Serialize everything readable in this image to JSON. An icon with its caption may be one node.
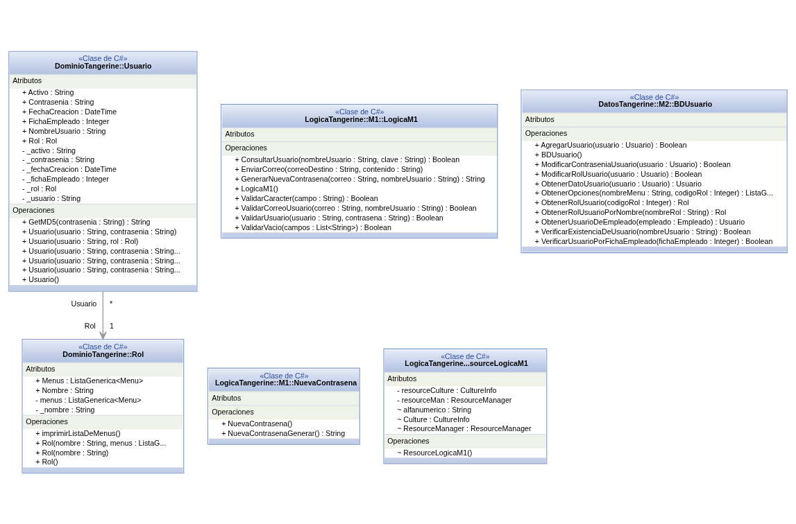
{
  "diagram": {
    "nodes": [
      {
        "text": [
          "«Clase de C#»",
          "DominioTangerine::Usuario",
          "Atributos",
          "+ Activo : String",
          "+ Contrasenia : String",
          "+ FechaCreacion : DateTime",
          "+ FichaEmpleado : Integer",
          "+ NombreUsuario : String",
          "+ Rol : Rol",
          "- _activo : String",
          "- _contrasenia : String",
          "- _fechaCreacion : DateTime",
          "- _fichaEmpleado : Integer",
          "- _rol : Rol",
          "- _usuario : String",
          "Operaciones",
          "+ GetMD5(contrasenia : String) : String",
          "+ Usuario(usuario : String, contrasenia : String)",
          "+ Usuario(usuario : String, rol : Rol)",
          "+ Usuario(usuario : String, contrasenia : String...",
          "+ Usuario(usuario : String, contrasenia : String...",
          "+ Usuario(usuario : String, contrasenia : String...",
          "+ Usuario()"
        ],
        "beside": [
          "Usuario",
          "*"
        ]
      },
      {
        "text": [
          "«Clase de C#»",
          "LogicaTangerine::M1::LogicaM1",
          "Atributos",
          "Operaciones",
          "+ ConsultarUsuario(nombreUsuario : String, clave : String) : Boolean",
          "+ EnviarCorreo(correoDestino : String, contenido : String)",
          "+ GenerarNuevaContrasena(correo : String, nombreUsuario : String) : String",
          "+ LogicaM1()",
          "+ ValidarCaracter(campo : String) : Boolean",
          "+ ValidarCorreoUsuario(correo : String, nombreUsuario : String) : Boolean",
          "+ ValidarUsuario(usuario : String, contrasena : String) : Boolean",
          "+ ValidarVacio(campos : List<String>) : Boolean"
        ]
      },
      {
        "text": [
          "«Clase de C#»",
          "DatosTangerine::M2::BDUsuario",
          "Atributos",
          "Operaciones",
          "+ AgregarUsuario(usuario : Usuario) : Boolean",
          "+ BDUsuario()",
          "+ ModificarContraseniaUsuario(usuario : Usuario) : Boolean",
          "+ ModificarRolUsuario(usuario : Usuario) : Boolean",
          "+ ObtenerDatoUsuario(usuario : Usuario) : Usuario",
          "+ ObtenerOpciones(nombreMenu : String, codigoRol : Integer) : ListaG...",
          "+ ObtenerRolUsuario(codigoRol : Integer) : Rol",
          "+ ObtenerRolUsuarioPorNombre(nombreRol : String) : Rol",
          "+ ObtenerUsuarioDeEmpleado(empleado : Empleado) : Usuario",
          "+ VerificarExistenciaDeUsuario(nombreUsuario : String) : Boolean",
          "+ VerificarUsuarioPorFichaEmpleado(fichaEmpleado : Integer) : Boolean"
        ]
      },
      {
        "text": [
          "«Clase de C#»",
          "LogicaTangerine::M1::NuevaContrasena",
          "Atributos",
          "Operaciones",
          "+ NuevaContrasena()",
          "+ NuevaContrasenaGenerar() : String"
        ]
      },
      {
        "text": [
          "«Clase de C#»",
          "LogicaTangerine...sourceLogicaM1",
          "Atributos",
          "- resourceCulture : CultureInfo",
          "- resourceMan : ResourceManager",
          "~ alfanumerico : String",
          "~ Culture : CultureInfo",
          "~ ResourceManager : ResourceManager",
          "Operaciones",
          "~ ResourceLogicaM1()"
        ]
      },
      {
        "text": [
          "«Clase de C#»",
          "DominioTangerine::Rol",
          "Atributos",
          "+ Menus : ListaGenerica<Menu>",
          "+ Nombre : String",
          "- menus : ListaGenerica<Menu>",
          "- _nombre : String",
          "Operaciones",
          "+ imprimirListaDeMenus()",
          "+ Rol(nombre : String, menus : ListaG...",
          "+ Rol(nombre : String)",
          "+ Rol()"
        ],
        "beside": [
          "Rol",
          "1"
        ]
      }
    ],
    "edges": [
      {
        "from": 0,
        "to": 5,
        "arrow": "to"
      }
    ]
  }
}
